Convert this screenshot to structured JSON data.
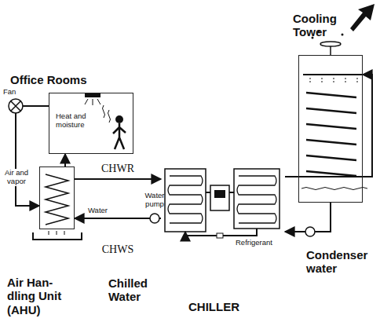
{
  "diagram": {
    "nodes": [
      {
        "text": [
          "Office Rooms",
          "Heat and moisture"
        ]
      },
      {
        "text": [
          "Air Han- dling Unit (AHU)"
        ]
      },
      {
        "text": [
          "CHILLER"
        ]
      },
      {
        "text": [
          "Cooling Tower"
        ]
      }
    ],
    "edges": [
      {
        "from": 0,
        "to": 1,
        "arrow": "to",
        "label": "Air and vapor"
      },
      {
        "from": 1,
        "to": 0,
        "arrow": "to"
      },
      {
        "from": 1,
        "to": 2,
        "arrow": "to",
        "label": "CHWR"
      },
      {
        "from": 2,
        "to": 1,
        "arrow": "to",
        "label": "CHWS"
      },
      {
        "from": 2,
        "to": 3,
        "arrow": "to"
      },
      {
        "from": 3,
        "to": 2,
        "arrow": "to"
      }
    ],
    "labels": [
      "Fan",
      "Water",
      "Water pump",
      "Chilled Water",
      "Refrigerant",
      "Condenser water"
    ]
  }
}
